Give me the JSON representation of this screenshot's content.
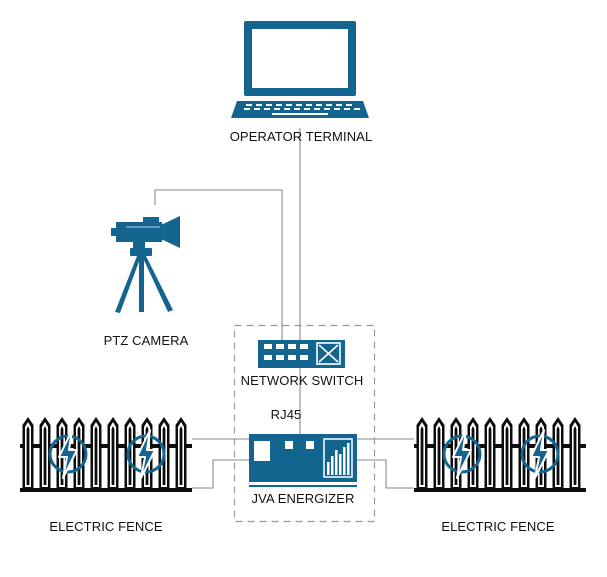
{
  "colors": {
    "primary": "#13648f",
    "fence": "#0d0d0d",
    "wire": "#8a8a8a",
    "dashed_box": "#9a9a9a"
  },
  "nodes": {
    "operator_terminal": {
      "label": "OPERATOR TERMINAL",
      "icon": "monitor-icon"
    },
    "ptz_camera": {
      "label": "PTZ CAMERA",
      "icon": "ptz-camera-icon"
    },
    "network_switch": {
      "label": "NETWORK SWITCH",
      "icon": "network-switch-icon"
    },
    "jva_energizer": {
      "label": "JVA ENERGIZER",
      "icon": "energizer-icon"
    },
    "fence_left": {
      "label": "ELECTRIC FENCE",
      "icon": "electric-fence-icon"
    },
    "fence_right": {
      "label": "ELECTRIC FENCE",
      "icon": "electric-fence-icon"
    }
  },
  "connections": {
    "switch_to_energizer": {
      "label": "RJ45"
    }
  }
}
